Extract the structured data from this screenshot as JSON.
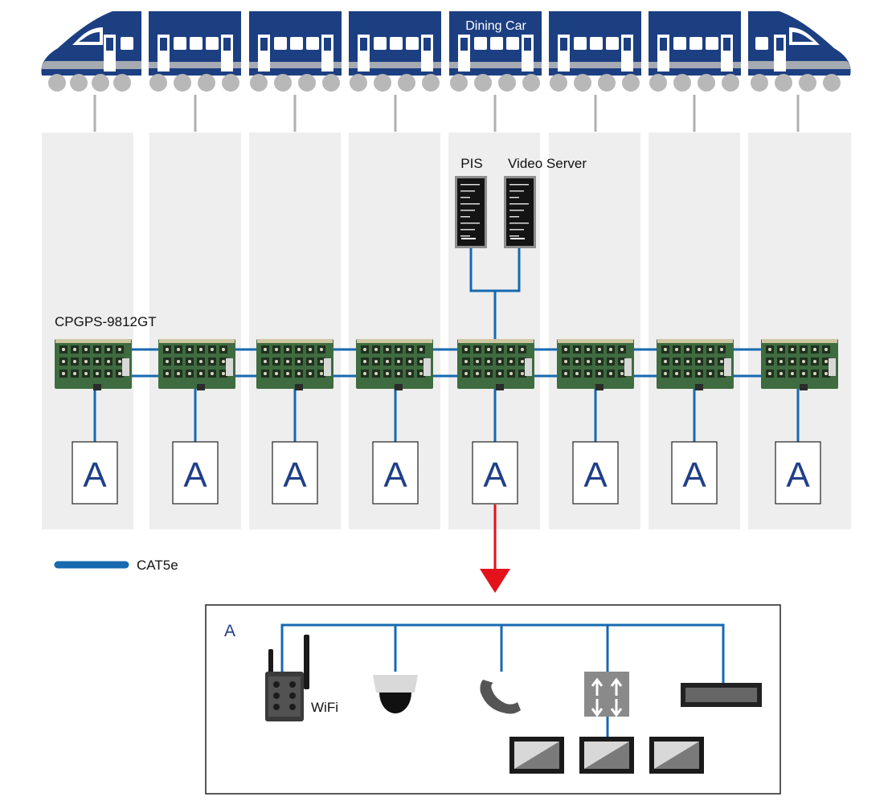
{
  "diagram": {
    "dining_car_label": "Dining Car",
    "servers": [
      {
        "label": "PIS"
      },
      {
        "label": "Video Server"
      }
    ],
    "switch_label": "CPGPS-9812GT",
    "car_unit_label": "A",
    "legend": {
      "label": "CAT5e"
    },
    "detail": {
      "title": "A",
      "wifi_label": "WiFi",
      "devices": [
        "wifi-router",
        "dome-camera",
        "telephone",
        "network-switch",
        "display-bar",
        "display-panel",
        "display-panel",
        "display-panel"
      ]
    }
  },
  "colors": {
    "train_blue": "#1c3f82",
    "train_stripe": "#a6aab2",
    "cable_blue": "#1769b0",
    "car_panel": "#eeeeee",
    "arrow_red": "#e4121b",
    "wheel_gray": "#b8b8b8",
    "board_green": "#3e6b3f"
  }
}
